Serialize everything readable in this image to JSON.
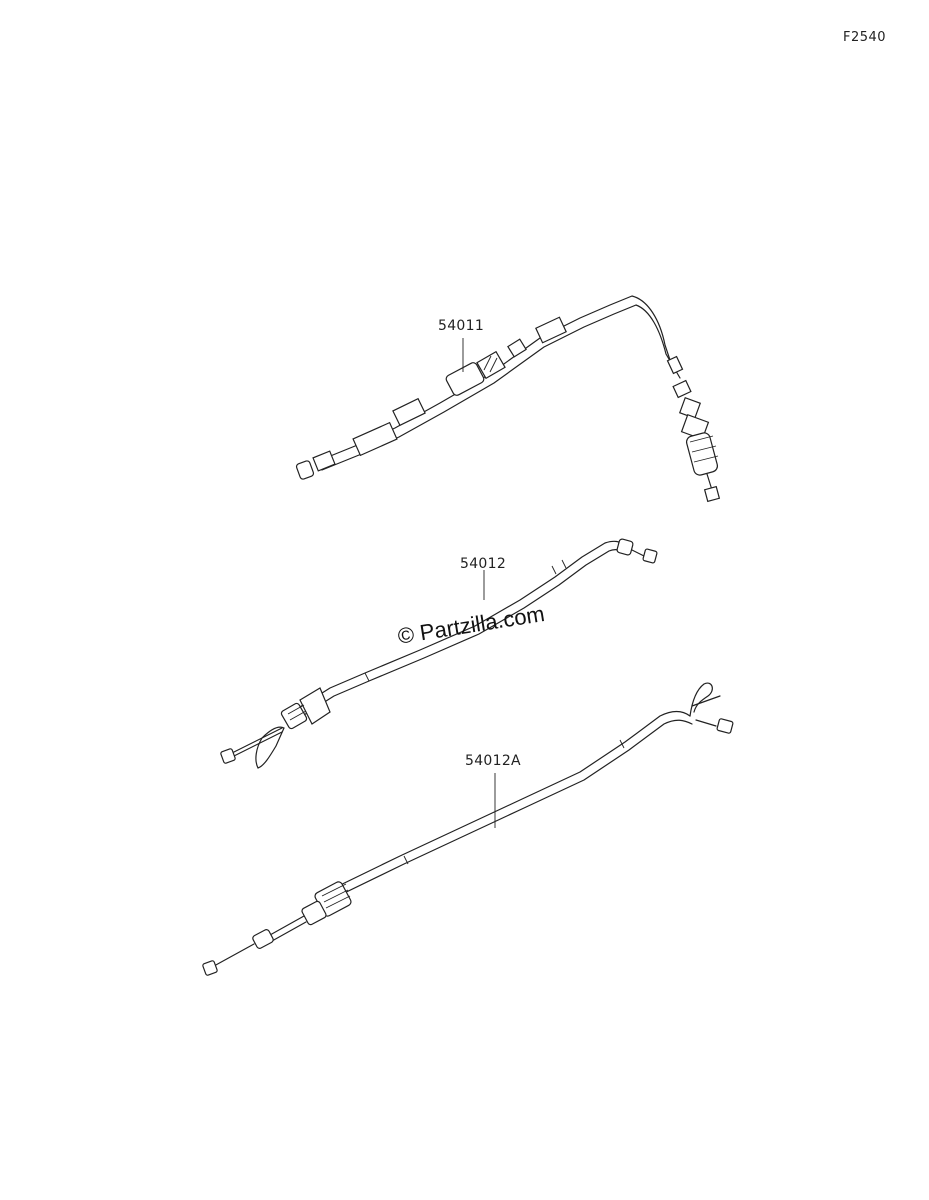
{
  "figure_code": "F2540",
  "callouts": {
    "clutch_cable": "54011",
    "throttle_cable_1": "54012",
    "throttle_cable_2": "54012A"
  },
  "watermark": "© Partzilla.com"
}
